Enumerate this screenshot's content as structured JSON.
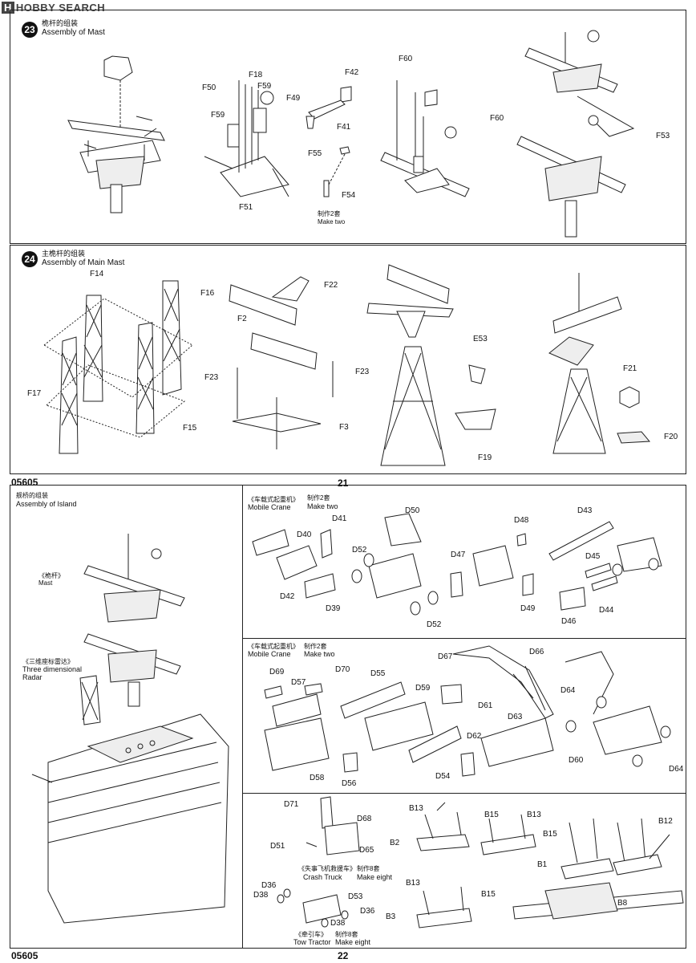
{
  "watermark": {
    "logo_text": "H",
    "brand": "HOBBY SEARCH"
  },
  "step23": {
    "number": "23",
    "title_cn": "桅杆的组装",
    "title_en": "Assembly of Mast",
    "labels": {
      "F50": "F50",
      "F18": "F18",
      "F59a": "F59",
      "F49": "F49",
      "F59b": "F59",
      "F51": "F51",
      "F42": "F42",
      "F41": "F41",
      "F55": "F55",
      "F54": "F54",
      "make_cn": "制作2套",
      "make_en": "Make two",
      "F60a": "F60",
      "F60b": "F60",
      "F53": "F53"
    }
  },
  "step24": {
    "number": "24",
    "title_cn": "主桅杆的组装",
    "title_en": "Assembly of Main Mast",
    "labels": {
      "F14": "F14",
      "F16": "F16",
      "F17": "F17",
      "F15": "F15",
      "F22": "F22",
      "F2": "F2",
      "F23a": "F23",
      "F23b": "F23",
      "F3": "F3",
      "E53": "E53",
      "F19": "F19",
      "F21": "F21",
      "F20": "F20"
    }
  },
  "page_top": {
    "code": "05605",
    "page": "21"
  },
  "island": {
    "title_cn": "舰桥的组装",
    "title_en": "Assembly of Island",
    "mast_cn": "《桅杆》",
    "mast_en": "Mast",
    "radar_cn": "《三维座标雷达》",
    "radar_en": "Three dimensional Radar"
  },
  "crane1": {
    "name_cn": "《车载式起重机》",
    "name_en": "Mobile Crane",
    "make_cn": "制作2套",
    "make_en": "Make two",
    "labels": {
      "D40": "D40",
      "D41": "D41",
      "D50": "D50",
      "D48": "D48",
      "D43": "D43",
      "D52a": "D52",
      "D47": "D47",
      "D45": "D45",
      "D42": "D42",
      "D39": "D39",
      "D52b": "D52",
      "D49": "D49",
      "D46": "D46",
      "D44": "D44"
    }
  },
  "crane2": {
    "name_cn": "《车载式起重机》",
    "name_en": "Mobile Crane",
    "make_cn": "制作2套",
    "make_en": "Make two",
    "labels": {
      "D69": "D69",
      "D70": "D70",
      "D57": "D57",
      "D55": "D55",
      "D59": "D59",
      "D67": "D67",
      "D66": "D66",
      "D64a": "D64",
      "D61": "D61",
      "D63": "D63",
      "D62": "D62",
      "D58": "D58",
      "D56": "D56",
      "D54": "D54",
      "D60": "D60",
      "D64b": "D64"
    }
  },
  "trucks": {
    "labels": {
      "D71": "D71",
      "D68": "D68",
      "D51": "D51",
      "D65": "D65",
      "D36a": "D36",
      "D38a": "D38",
      "D53": "D53",
      "D36b": "D36",
      "D38b": "D38"
    },
    "crash_cn": "《失事飞机救援车》",
    "crash_en": "Crash Truck",
    "crash_make_cn": "制作8套",
    "crash_make_en": "Make eight",
    "tow_cn": "《牵引车》",
    "tow_en": "Tow Tractor",
    "tow_make_cn": "制作8套",
    "tow_make_en": "Make eight"
  },
  "racks": {
    "labels": {
      "B13a": "B13",
      "B15a": "B15",
      "B13b": "B13",
      "B12": "B12",
      "B15b": "B15",
      "B2": "B2",
      "B1": "B1",
      "B13c": "B13",
      "B15c": "B15",
      "B8": "B8",
      "B3": "B3"
    }
  },
  "page_bottom": {
    "code": "05605",
    "page": "22"
  }
}
